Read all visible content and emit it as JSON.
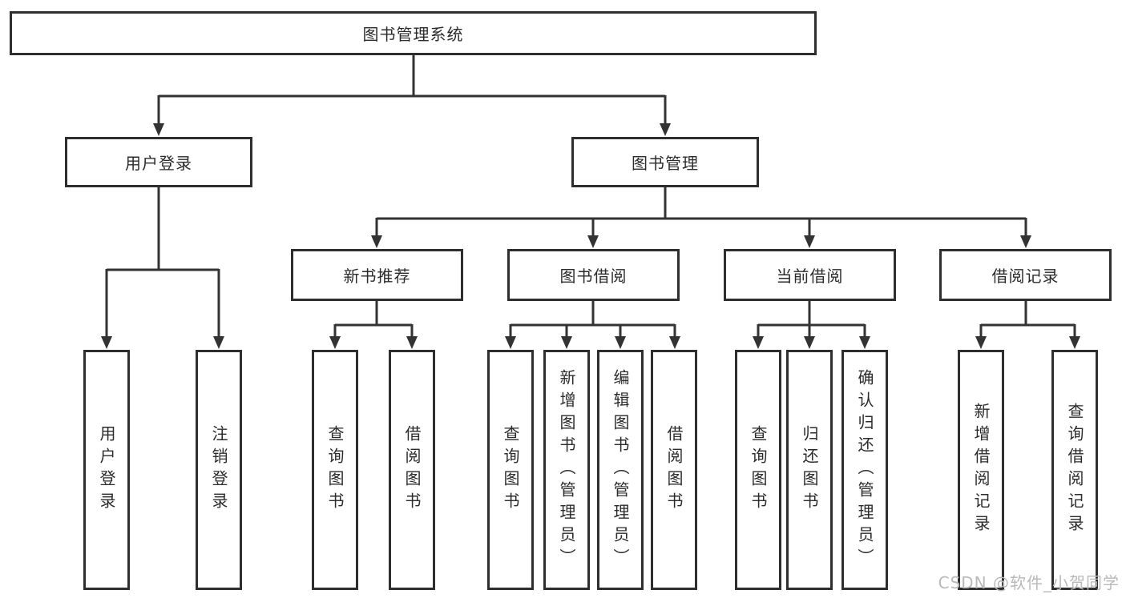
{
  "diagram": {
    "title": "图书管理系统",
    "type": "hierarchy-tree"
  },
  "root": {
    "label": "图书管理系统"
  },
  "level2": [
    {
      "label": "用户登录"
    },
    {
      "label": "图书管理"
    }
  ],
  "level3": [
    {
      "label": "新书推荐",
      "parent": "图书管理"
    },
    {
      "label": "图书借阅",
      "parent": "图书管理"
    },
    {
      "label": "当前借阅",
      "parent": "图书管理"
    },
    {
      "label": "借阅记录",
      "parent": "图书管理"
    }
  ],
  "leaves": [
    {
      "label": "用户登录",
      "parent": "用户登录"
    },
    {
      "label": "注销登录",
      "parent": "用户登录"
    },
    {
      "label": "查询图书",
      "parent": "新书推荐"
    },
    {
      "label": "借阅图书",
      "parent": "新书推荐"
    },
    {
      "label": "查询图书",
      "parent": "图书借阅"
    },
    {
      "label": "新增图书（管理员）",
      "parent": "图书借阅"
    },
    {
      "label": "编辑图书（管理员）",
      "parent": "图书借阅"
    },
    {
      "label": "借阅图书",
      "parent": "图书借阅"
    },
    {
      "label": "查询图书",
      "parent": "当前借阅"
    },
    {
      "label": "归还图书",
      "parent": "当前借阅"
    },
    {
      "label": "确认归还（管理员）",
      "parent": "当前借阅"
    },
    {
      "label": "新增借阅记录",
      "parent": "借阅记录"
    },
    {
      "label": "查询借阅记录",
      "parent": "借阅记录"
    }
  ],
  "watermark": {
    "text": "CSDN @软件_小贺同学",
    "color": "#b9b9b9"
  },
  "colors": {
    "background": "#ffffff",
    "line": "#333333",
    "box_border": "#2e2e2e",
    "text": "#2b2b2b"
  }
}
